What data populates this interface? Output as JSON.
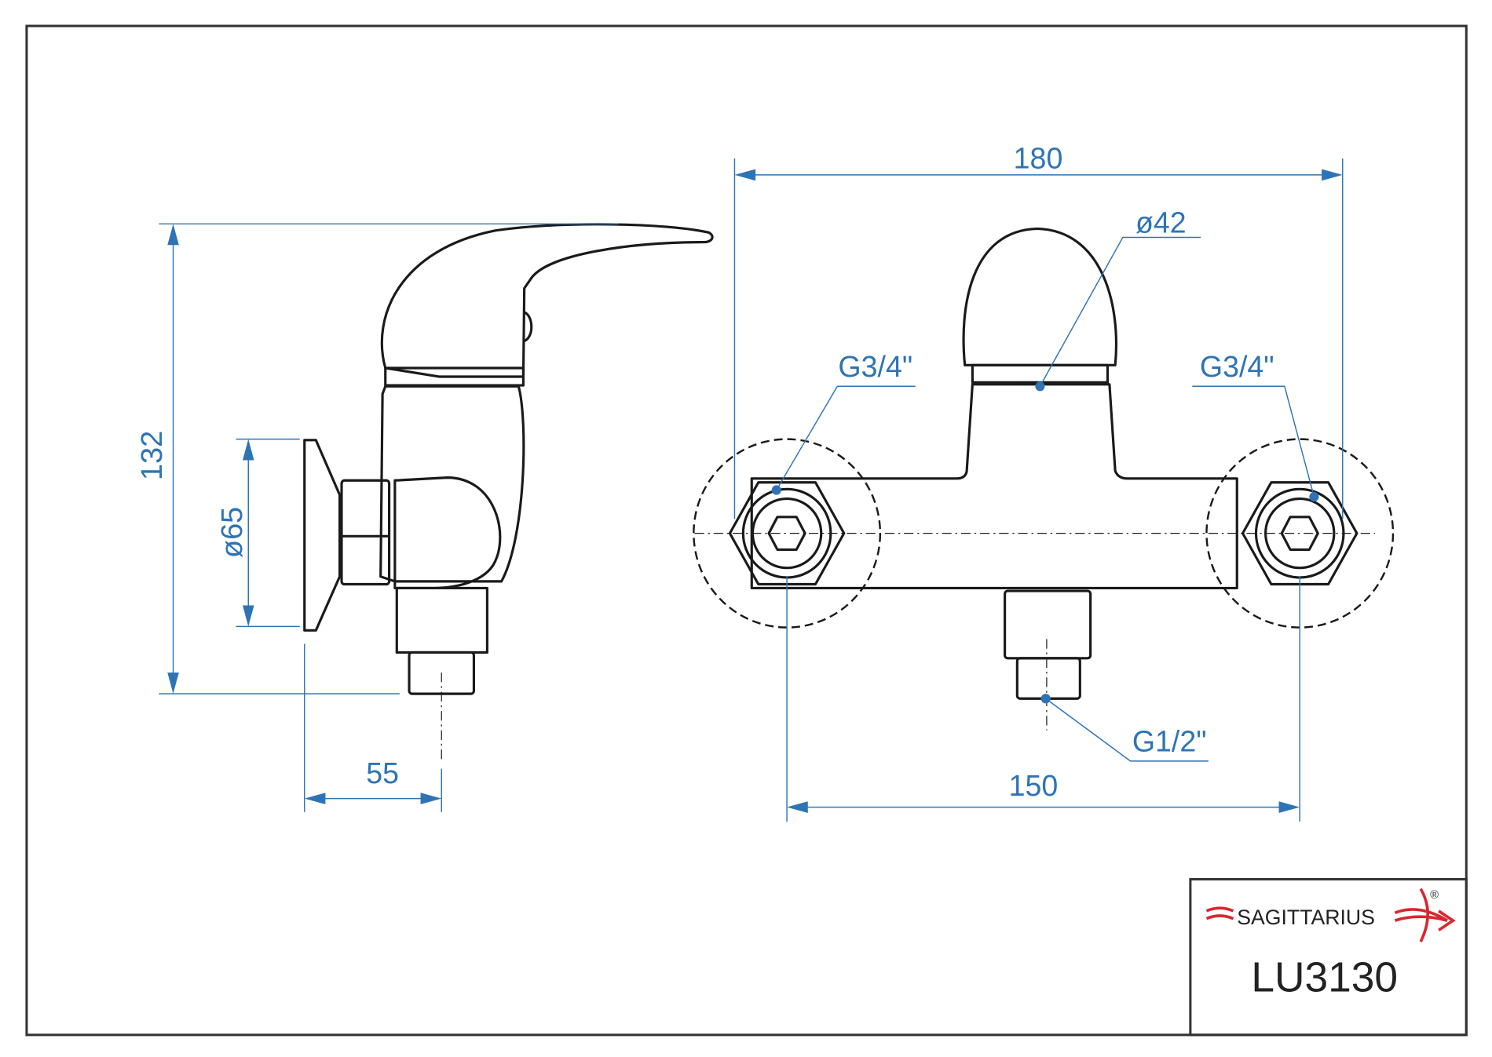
{
  "drawing": {
    "dimensions": {
      "height": "132",
      "flange_diameter": "ø65",
      "depth": "55",
      "width_total": "180",
      "cartridge_diameter": "ø42",
      "inlet_left": "G3/4\"",
      "inlet_right": "G3/4\"",
      "outlet": "G1/2\"",
      "center_distance": "150"
    }
  },
  "title_block": {
    "brand": "SAGITTARIUS",
    "registered_mark": "®",
    "model": "LU3130"
  },
  "colors": {
    "dimension": "#2e74b5",
    "brand_red": "#d9272e",
    "line": "#1a1a1a"
  }
}
